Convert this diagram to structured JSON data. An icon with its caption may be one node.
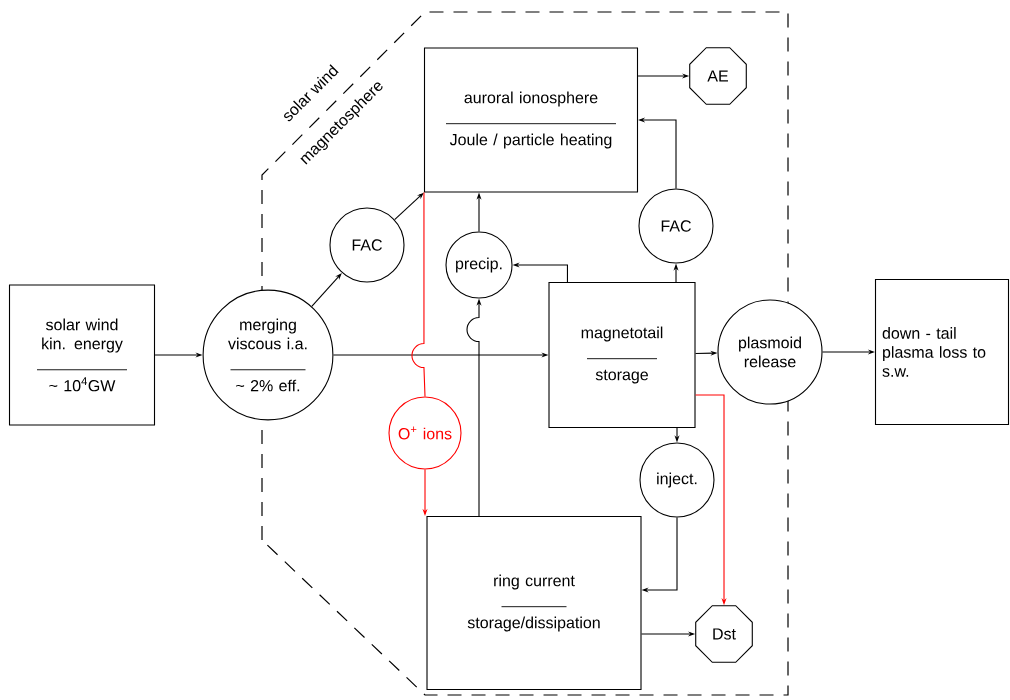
{
  "diagram": {
    "nodes": [
      {
        "text": [
          "solar wind kin. energy",
          "~ 10$^{4}$GW"
        ]
      },
      {
        "text": [
          "merging viscous i.a.",
          "~ 2% eff."
        ]
      },
      {
        "text": [
          "FAC"
        ]
      },
      {
        "text": [
          "auroral ionosphere",
          "Joule / particle heating"
        ]
      },
      {
        "text": [
          "AE"
        ]
      },
      {
        "text": [
          "precip."
        ]
      },
      {
        "text": [
          "FAC"
        ]
      },
      {
        "text": [
          "magnetotail",
          "storage"
        ]
      },
      {
        "text": [
          "plasmoid release"
        ]
      },
      {
        "text": [
          "down - tail plasma loss to s.w."
        ]
      },
      {
        "text": [
          "O$^{+}$ ions"
        ]
      },
      {
        "text": [
          "inject."
        ]
      },
      {
        "text": [
          "ring current",
          "storage/dissipation"
        ]
      },
      {
        "text": [
          "Dst"
        ]
      }
    ],
    "edges": [
      {
        "from": 0,
        "to": 1,
        "arrow": "to"
      },
      {
        "from": 1,
        "to": 2,
        "arrow": "to"
      },
      {
        "from": 2,
        "to": 3,
        "arrow": "to"
      },
      {
        "from": 1,
        "to": 7,
        "arrow": "to"
      },
      {
        "from": 3,
        "to": 4,
        "arrow": "to"
      },
      {
        "from": 6,
        "to": 3,
        "arrow": "to"
      },
      {
        "from": 7,
        "to": 6,
        "arrow": "to"
      },
      {
        "from": 7,
        "to": 5,
        "arrow": "to"
      },
      {
        "from": 5,
        "to": 3,
        "arrow": "to"
      },
      {
        "from": 12,
        "to": 5,
        "arrow": "to"
      },
      {
        "from": 3,
        "to": 10,
        "arrow": "none",
        "color": "#ff0000"
      },
      {
        "from": 10,
        "to": 12,
        "arrow": "to",
        "color": "#ff0000"
      },
      {
        "from": 7,
        "to": 11,
        "arrow": "to"
      },
      {
        "from": 11,
        "to": 12,
        "arrow": "to"
      },
      {
        "from": 12,
        "to": 13,
        "arrow": "to"
      },
      {
        "from": 7,
        "to": 13,
        "arrow": "to",
        "color": "#ff0000"
      },
      {
        "from": 7,
        "to": 8,
        "arrow": "to"
      },
      {
        "from": 8,
        "to": 9,
        "arrow": "to"
      }
    ],
    "labels": [
      "solar wind",
      "magnetosphere"
    ]
  }
}
